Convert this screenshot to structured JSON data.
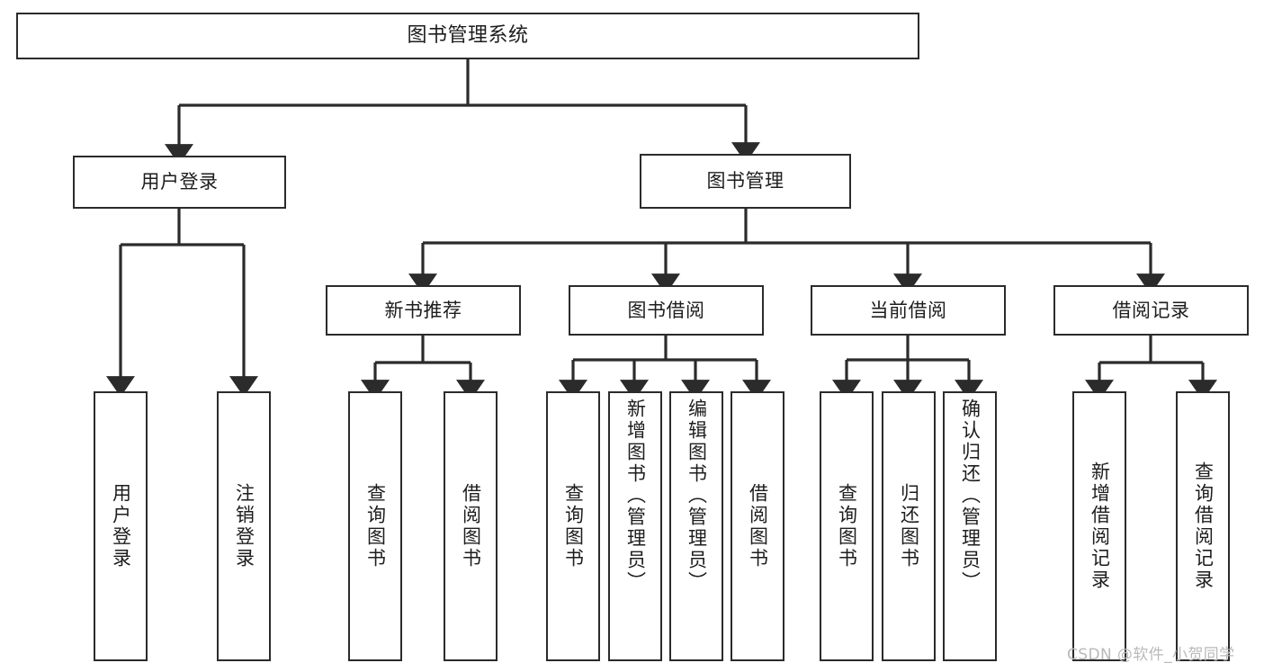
{
  "diagram": {
    "title": "图书管理系统",
    "type": "functional-structure-tree",
    "colors": {
      "stroke": "#2b2b2b",
      "fill": "#ffffff",
      "text": "#1d1d1d",
      "watermark": "#b9b9b9"
    },
    "levels": {
      "root": {
        "label": "图书管理系统"
      },
      "level2": [
        {
          "id": "user-login",
          "label": "用户登录"
        },
        {
          "id": "book-management",
          "label": "图书管理"
        }
      ],
      "level3": [
        {
          "id": "new-book-recommend",
          "label": "新书推荐"
        },
        {
          "id": "book-borrow",
          "label": "图书借阅"
        },
        {
          "id": "current-borrow",
          "label": "当前借阅"
        },
        {
          "id": "borrow-record",
          "label": "借阅记录"
        }
      ],
      "leaves": [
        {
          "id": "leaf-user-login",
          "label": "用户登录",
          "parent": "user-login"
        },
        {
          "id": "leaf-logout-login",
          "label": "注销登录",
          "parent": "user-login"
        },
        {
          "id": "leaf-query-book-1",
          "label": "查询图书",
          "parent": "new-book-recommend"
        },
        {
          "id": "leaf-borrow-book-1",
          "label": "借阅图书",
          "parent": "new-book-recommend"
        },
        {
          "id": "leaf-query-book-2",
          "label": "查询图书",
          "parent": "book-borrow"
        },
        {
          "id": "leaf-add-book-admin",
          "label": "新增图书（管理员）",
          "parent": "book-borrow"
        },
        {
          "id": "leaf-edit-book-admin",
          "label": "编辑图书（管理员）",
          "parent": "book-borrow"
        },
        {
          "id": "leaf-borrow-book-2",
          "label": "借阅图书",
          "parent": "book-borrow"
        },
        {
          "id": "leaf-query-book-3",
          "label": "查询图书",
          "parent": "current-borrow"
        },
        {
          "id": "leaf-return-book",
          "label": "归还图书",
          "parent": "current-borrow"
        },
        {
          "id": "leaf-confirm-return-admin",
          "label": "确认归还（管理员）",
          "parent": "current-borrow"
        },
        {
          "id": "leaf-add-borrow-record",
          "label": "新增借阅记录",
          "parent": "borrow-record"
        },
        {
          "id": "leaf-query-borrow-record",
          "label": "查询借阅记录",
          "parent": "borrow-record"
        }
      ]
    }
  },
  "watermark": {
    "text": "CSDN @软件_小贺同学"
  }
}
